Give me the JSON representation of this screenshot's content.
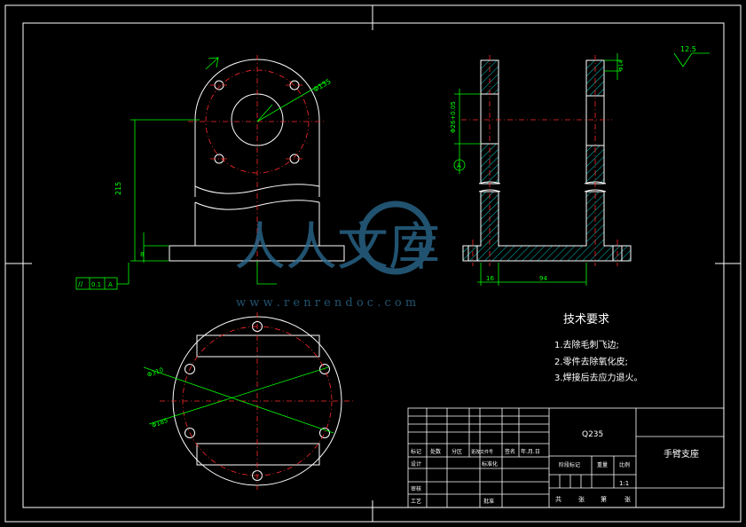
{
  "tech_requirements": {
    "heading": "技术要求",
    "items": [
      "1.去除毛刺飞边;",
      "2.零件去除氧化皮;",
      "3.焊接后去应力退火。"
    ]
  },
  "title_block": {
    "material": "Q235",
    "part_name": "手臂支座",
    "header_row": [
      "标记",
      "处数",
      "分区",
      "更改文件号",
      "签名",
      "年.月.日"
    ],
    "row_design": "设计",
    "row_standard": "标准化",
    "row_check": "审核",
    "row_process": "工艺",
    "row_approve": "批准",
    "stage_mark": "阶段标记",
    "weight": "重量",
    "scale": "比例",
    "scale_value": "1:1",
    "sheet_info": [
      "共",
      "张",
      "第",
      "张"
    ]
  },
  "dimensions": {
    "height": "215",
    "pcd_top": "Φ135",
    "top_right": "Φ14",
    "pcd_bottom_upper": "Φ310",
    "pcd_bottom_lower": "Φ185",
    "base_thickness": "8",
    "plate_thickness": "16",
    "span": "94",
    "right_hole": "Φ26+0.05",
    "surface_finish": "12.5"
  },
  "datum": {
    "label": "A",
    "tolerance": [
      "//",
      "0.1",
      "A"
    ]
  },
  "watermark": {
    "brand": "人人文库",
    "url": "w w w . r e n r e n d o c . c o m"
  }
}
